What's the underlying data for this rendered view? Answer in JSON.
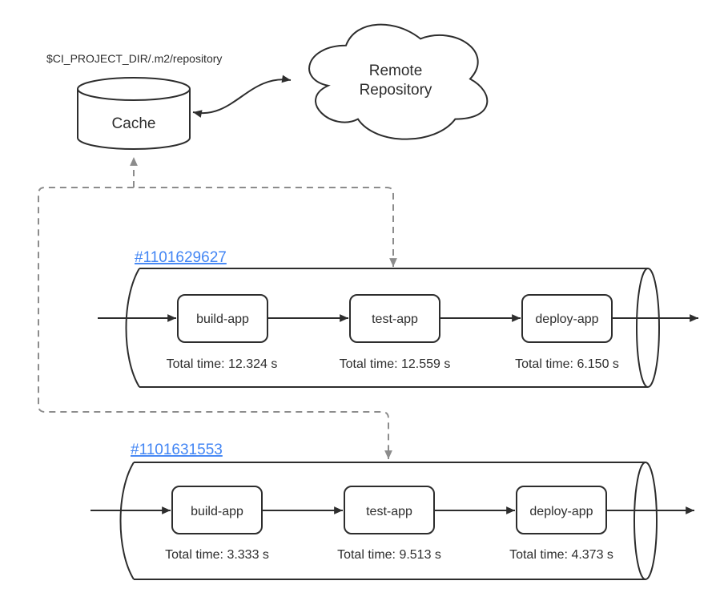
{
  "cache": {
    "path_label": "$CI_PROJECT_DIR/.m2/repository",
    "label": "Cache"
  },
  "remote_repository": {
    "line1": "Remote",
    "line2": "Repository"
  },
  "pipelines": [
    {
      "id": "#1101629627",
      "jobs": [
        {
          "name": "build-app",
          "total": "Total time: 12.324 s"
        },
        {
          "name": "test-app",
          "total": "Total time: 12.559 s"
        },
        {
          "name": "deploy-app",
          "total": "Total time: 6.150 s"
        }
      ]
    },
    {
      "id": "#1101631553",
      "jobs": [
        {
          "name": "build-app",
          "total": "Total time: 3.333 s"
        },
        {
          "name": "test-app",
          "total": "Total time: 9.513 s"
        },
        {
          "name": "deploy-app",
          "total": "Total time: 4.373 s"
        }
      ]
    }
  ],
  "colors": {
    "stroke": "#2d2d2d",
    "dashed_gray": "#8c8c8c",
    "link_blue": "#4285f4",
    "background": "#ffffff"
  }
}
